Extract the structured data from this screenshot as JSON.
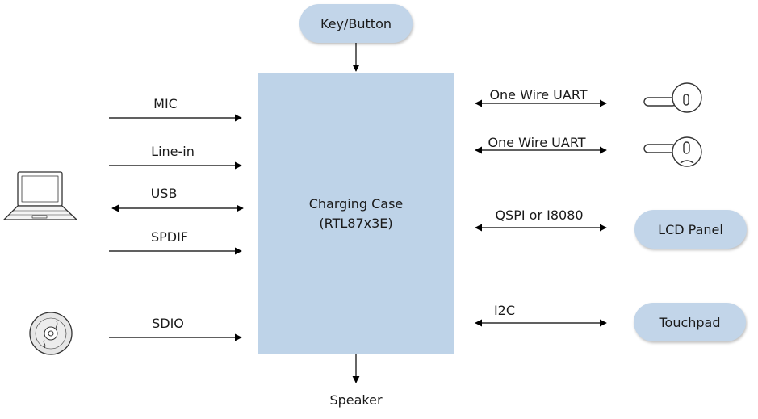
{
  "diagram": {
    "top_input": "Key/Button",
    "core": {
      "line1": "Charging Case",
      "line2": "(RTL87x3E)"
    },
    "output": "Speaker",
    "left_links": [
      {
        "label": "MIC",
        "direction": "in"
      },
      {
        "label": "Line-in",
        "direction": "in"
      },
      {
        "label": "USB",
        "direction": "bidirectional"
      },
      {
        "label": "SPDIF",
        "direction": "in"
      },
      {
        "label": "SDIO",
        "direction": "in"
      }
    ],
    "right_links": [
      {
        "label": "One Wire UART",
        "direction": "bidirectional",
        "device": "earbud-icon"
      },
      {
        "label": "One Wire UART",
        "direction": "bidirectional",
        "device": "earbud-icon"
      },
      {
        "label": "QSPI or I8080",
        "direction": "bidirectional",
        "device": "LCD Panel"
      },
      {
        "label": "I2C",
        "direction": "bidirectional",
        "device": "Touchpad"
      }
    ],
    "devices": {
      "lcd": "LCD Panel",
      "touchpad": "Touchpad"
    },
    "icons": [
      "laptop-icon",
      "cd-disc-icon",
      "earbud-icon"
    ],
    "colors": {
      "box_fill": "#bed3e8",
      "pill_fill": "#c2d5e9",
      "line": "#000000"
    }
  }
}
